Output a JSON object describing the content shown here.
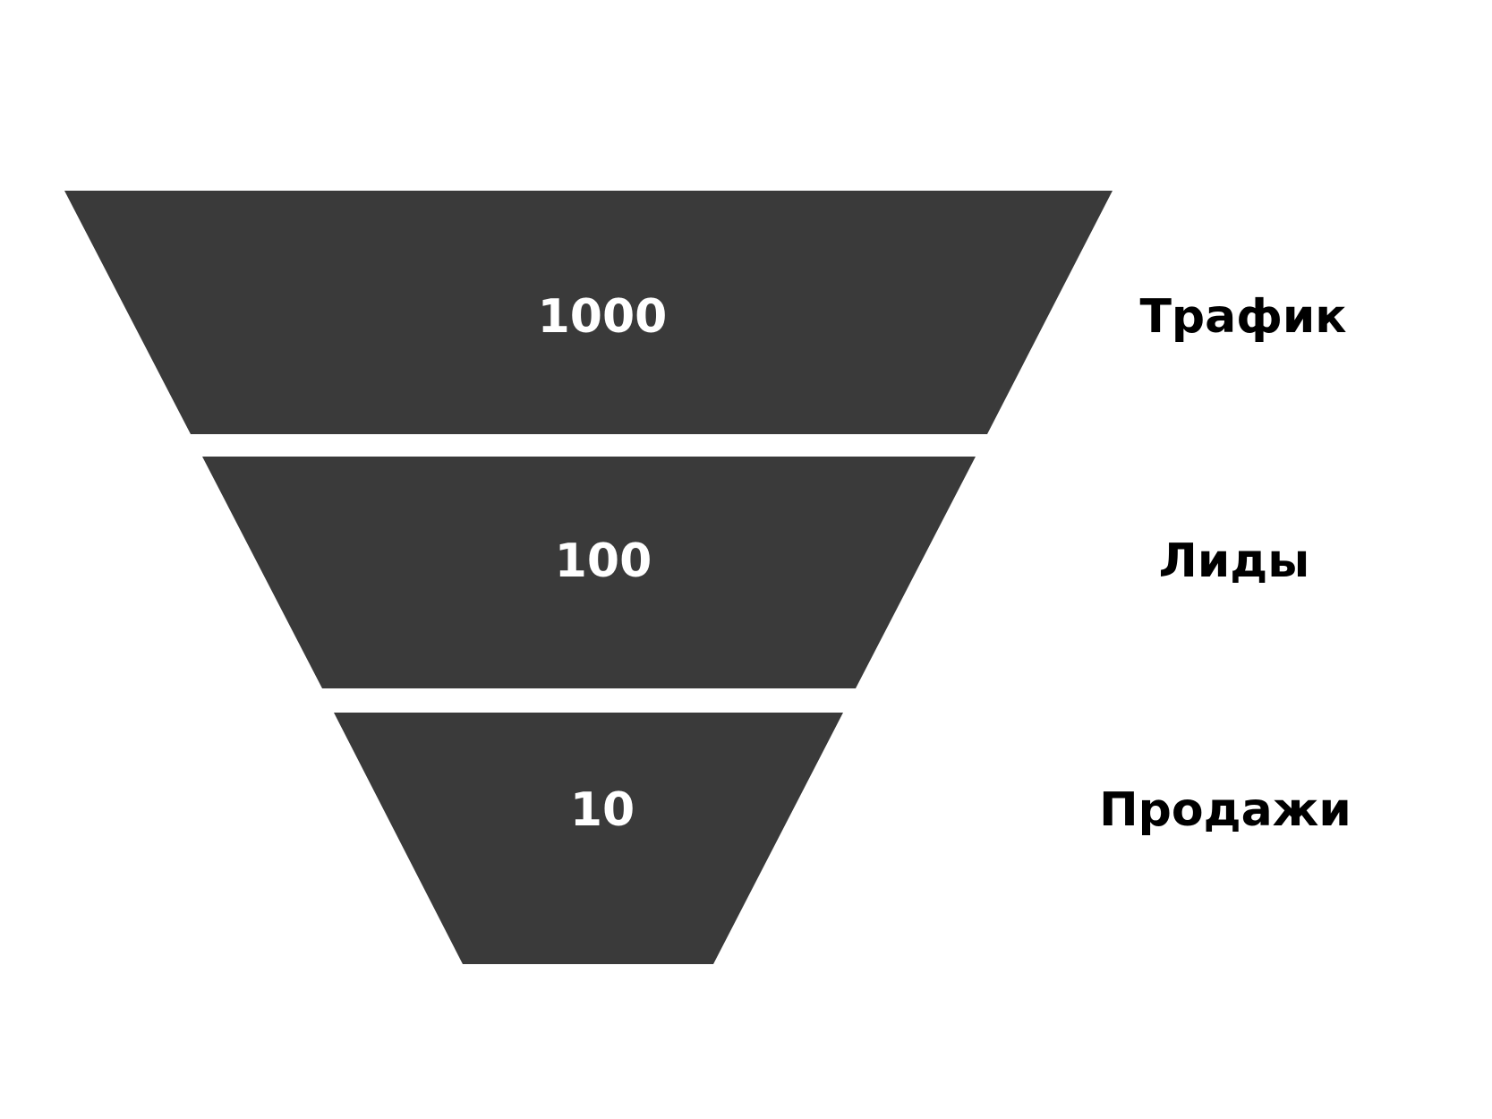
{
  "funnel": {
    "fill_color": "#3a3a3a",
    "value_color": "#ffffff",
    "label_color": "#000000",
    "stages": [
      {
        "value": "1000",
        "label": "Трафик"
      },
      {
        "value": "100",
        "label": "Лиды"
      },
      {
        "value": "10",
        "label": "Продажи"
      }
    ]
  }
}
